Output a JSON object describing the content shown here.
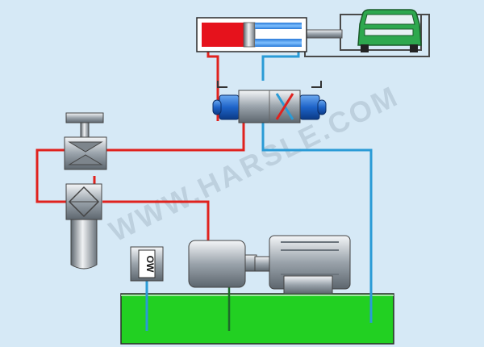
{
  "watermark": {
    "text": "WWW.HARSLE.COM"
  },
  "labels": {
    "check_valve": "OW"
  },
  "colors": {
    "background": "#d6e9f6",
    "pressure_line": "#e0221e",
    "return_line": "#2a9bd6",
    "tank_fluid": "#22d022",
    "car_body": "#2ea84e",
    "valve_solenoid": "#1e63c8"
  },
  "components": [
    {
      "name": "hydraulic-cylinder",
      "icon": "cylinder-icon"
    },
    {
      "name": "car-load",
      "icon": "car-icon"
    },
    {
      "name": "directional-valve",
      "icon": "solenoid-valve-icon"
    },
    {
      "name": "pressure-valve",
      "icon": "valve-icon"
    },
    {
      "name": "filter",
      "icon": "filter-icon"
    },
    {
      "name": "check-valve",
      "icon": "check-valve-icon"
    },
    {
      "name": "hydraulic-pump",
      "icon": "pump-icon"
    },
    {
      "name": "electric-motor",
      "icon": "motor-icon"
    },
    {
      "name": "oil-tank",
      "icon": "tank-icon"
    }
  ]
}
